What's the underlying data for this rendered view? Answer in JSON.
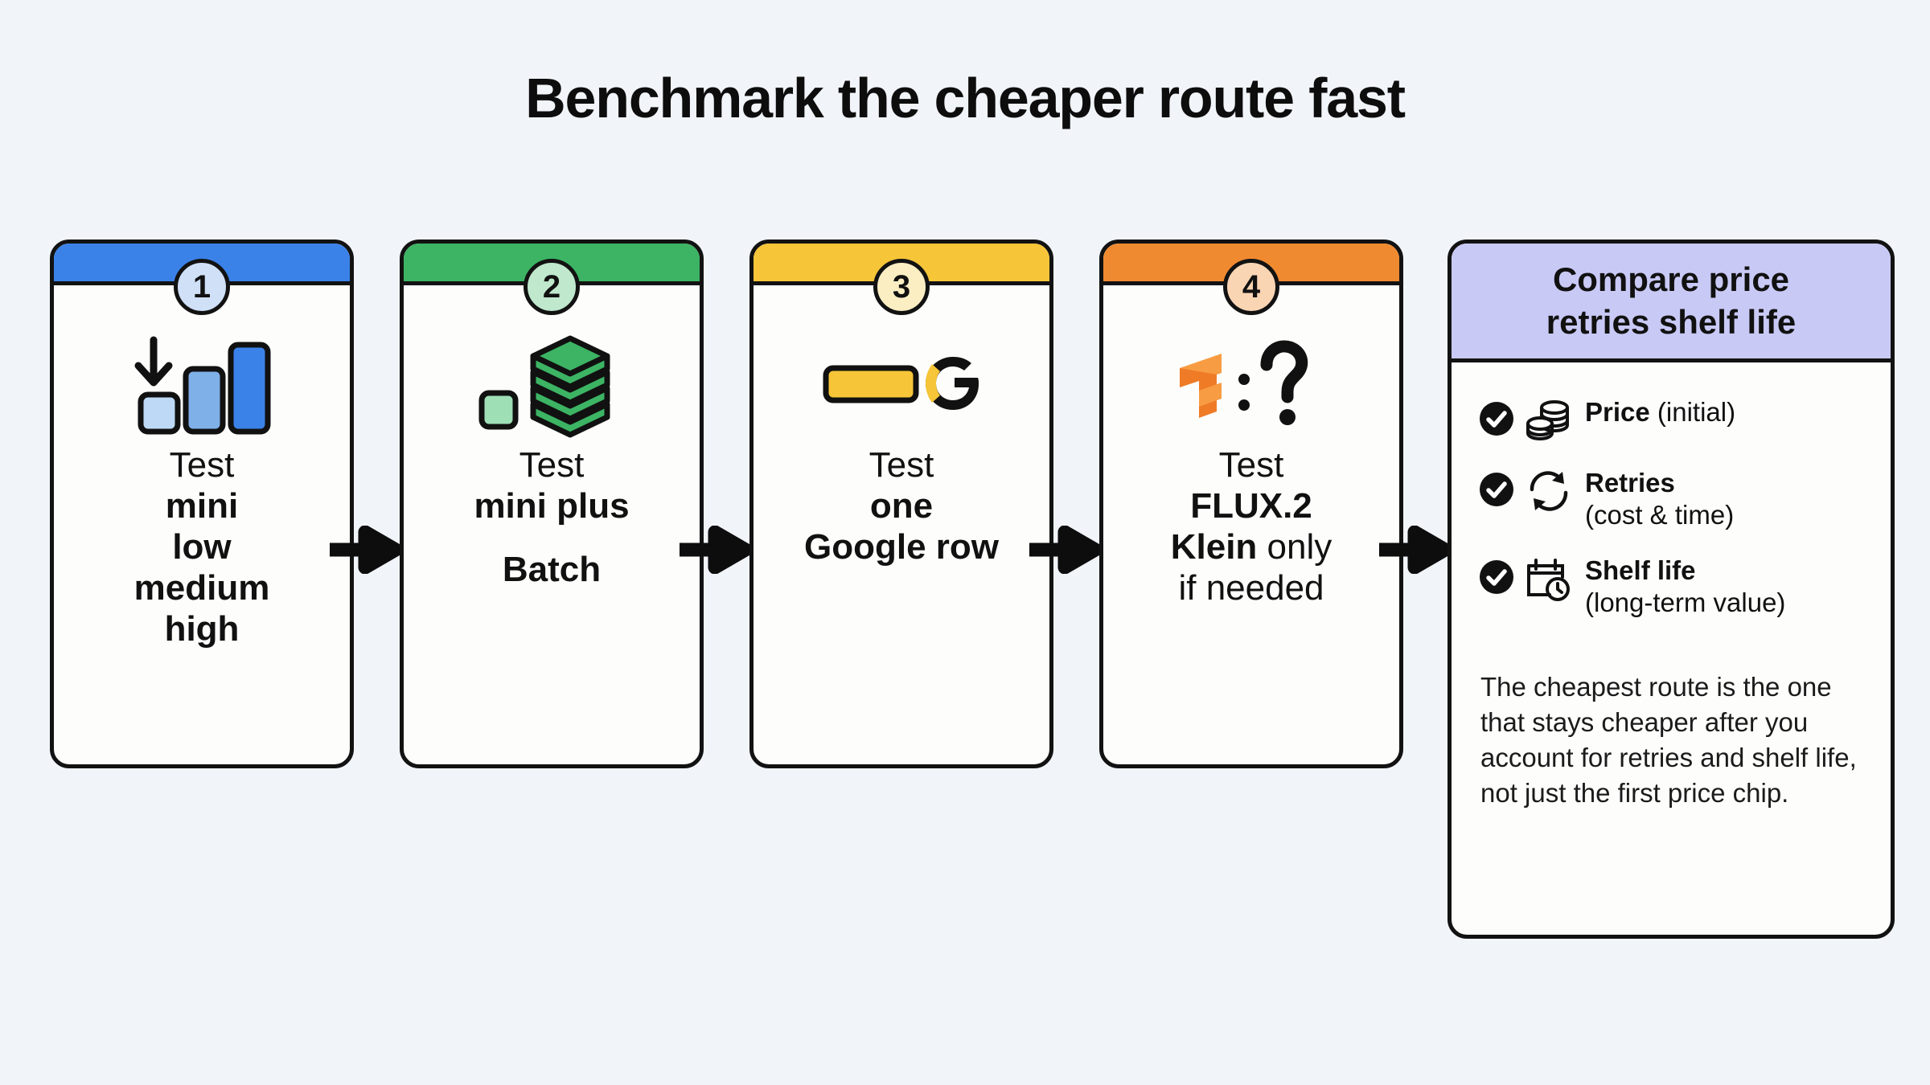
{
  "title": "Benchmark the cheaper route fast",
  "colors": {
    "background": "#f1f4f9",
    "step1": "#3b82e8",
    "step1_tint": "#cfe0f7",
    "step2": "#3cb464",
    "step2_tint": "#bfe8cd",
    "step3": "#f6c538",
    "step3_tint": "#fbeec2",
    "step4": "#f08a30",
    "step4_tint": "#fad5b4",
    "summary": "#c9c9f6",
    "ink": "#121212"
  },
  "steps": [
    {
      "number": "1",
      "icon_name": "bar-chart-descending-icon",
      "lead": "Test",
      "lines": [
        "mini",
        "low",
        "medium",
        "high"
      ],
      "bold": [
        false,
        true,
        true,
        true,
        true
      ]
    },
    {
      "number": "2",
      "icon_name": "stacked-layers-icon",
      "lead": "Test",
      "lines": [
        "mini plus",
        "",
        "Batch"
      ],
      "bold": [
        false,
        true,
        false,
        true
      ]
    },
    {
      "number": "3",
      "icon_name": "google-row-icon",
      "lead": "Test",
      "lines": [
        "one",
        "Google row"
      ],
      "bold": [
        false,
        true,
        true
      ]
    },
    {
      "number": "4",
      "icon_name": "flux-question-icon",
      "lead": "Test",
      "lines": [
        "FLUX.2",
        "Klein only",
        "if needed"
      ],
      "bold": [
        false,
        true,
        "mixed",
        false
      ]
    }
  ],
  "step_text": {
    "s1_lead": "Test",
    "s1_l1": "mini",
    "s1_l2": "low",
    "s1_l3": "medium",
    "s1_l4": "high",
    "s2_lead": "Test",
    "s2_l1": "mini plus",
    "s2_l2": "Batch",
    "s3_lead": "Test",
    "s3_l1": "one",
    "s3_l2": "Google row",
    "s4_lead": "Test",
    "s4_l1": "FLUX.2",
    "s4_l2a": "Klein",
    "s4_l2b": "only",
    "s4_l3": "if needed"
  },
  "badges": {
    "b1": "1",
    "b2": "2",
    "b3": "3",
    "b4": "4"
  },
  "arrow_name": "arrow-right-icon",
  "summary": {
    "header_line1": "Compare price",
    "header_line2": "retries shelf life",
    "items": [
      {
        "icon_name": "coins-stack-icon",
        "label": "Price",
        "note": "(initial)",
        "checked": true
      },
      {
        "icon_name": "refresh-retry-icon",
        "label": "Retries",
        "note": "(cost & time)",
        "checked": true
      },
      {
        "icon_name": "calendar-clock-icon",
        "label": "Shelf life",
        "note": "(long-term value)",
        "checked": true
      }
    ],
    "item1_label": "Price",
    "item1_note": "(initial)",
    "item2_label": "Retries",
    "item2_note": "(cost & time)",
    "item3_label": "Shelf life",
    "item3_note": "(long-term value)",
    "note": "The cheapest route is the one that stays cheaper after you account for retries and shelf life, not just the first price chip."
  }
}
